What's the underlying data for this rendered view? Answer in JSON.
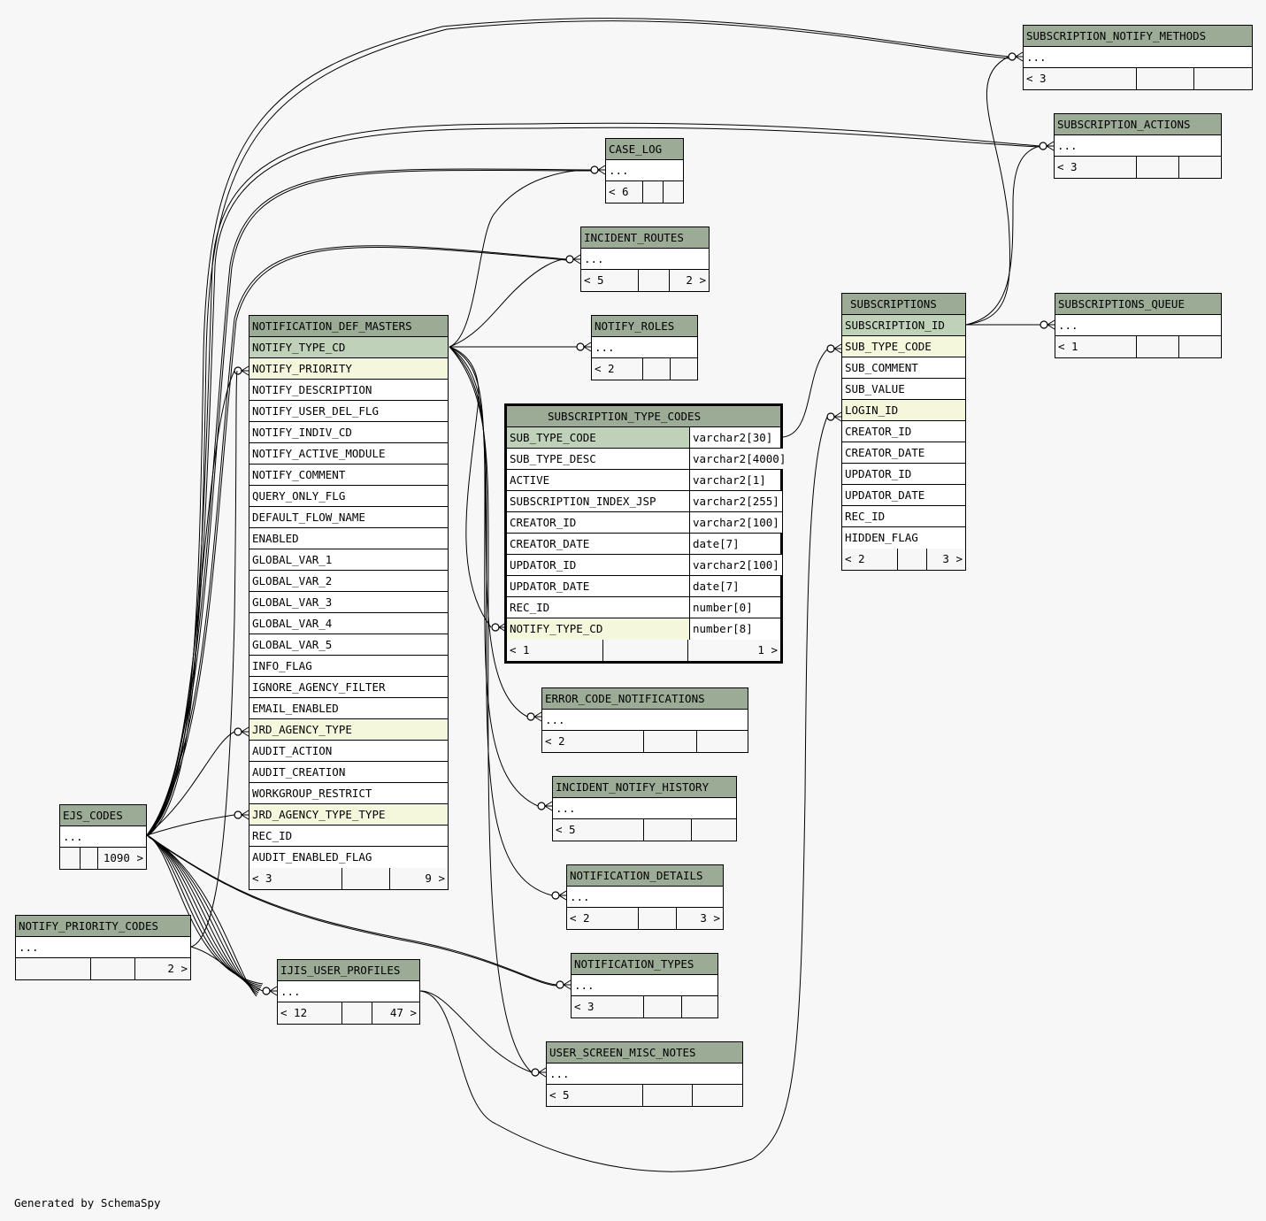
{
  "diagram": {
    "credit": "Generated by SchemaSpy",
    "colors": {
      "background": "#f7f7f7",
      "table_header": "#9cab96",
      "primary_key_row": "#bfd2b9",
      "foreign_key_row": "#f4f7dc",
      "plain_row": "#ffffff"
    },
    "focus_table": {
      "name": "SUBSCRIPTION_TYPE_CODES",
      "columns": [
        {
          "name": "SUB_TYPE_CODE",
          "type": "varchar2[30]",
          "key": "pk"
        },
        {
          "name": "SUB_TYPE_DESC",
          "type": "varchar2[4000]",
          "key": ""
        },
        {
          "name": "ACTIVE",
          "type": "varchar2[1]",
          "key": ""
        },
        {
          "name": "SUBSCRIPTION_INDEX_JSP",
          "type": "varchar2[255]",
          "key": ""
        },
        {
          "name": "CREATOR_ID",
          "type": "varchar2[100]",
          "key": ""
        },
        {
          "name": "CREATOR_DATE",
          "type": "date[7]",
          "key": ""
        },
        {
          "name": "UPDATOR_ID",
          "type": "varchar2[100]",
          "key": ""
        },
        {
          "name": "UPDATOR_DATE",
          "type": "date[7]",
          "key": ""
        },
        {
          "name": "REC_ID",
          "type": "number[0]",
          "key": ""
        },
        {
          "name": "NOTIFY_TYPE_CD",
          "type": "number[8]",
          "key": "fk"
        }
      ],
      "parents": "< 1",
      "rows": "",
      "children": "1 >"
    },
    "notification_def_masters": {
      "name": "NOTIFICATION_DEF_MASTERS",
      "columns": [
        {
          "name": "NOTIFY_TYPE_CD",
          "key": "pk"
        },
        {
          "name": "NOTIFY_PRIORITY",
          "key": "fk"
        },
        {
          "name": "NOTIFY_DESCRIPTION",
          "key": ""
        },
        {
          "name": "NOTIFY_USER_DEL_FLG",
          "key": ""
        },
        {
          "name": "NOTIFY_INDIV_CD",
          "key": ""
        },
        {
          "name": "NOTIFY_ACTIVE_MODULE",
          "key": ""
        },
        {
          "name": "NOTIFY_COMMENT",
          "key": ""
        },
        {
          "name": "QUERY_ONLY_FLG",
          "key": ""
        },
        {
          "name": "DEFAULT_FLOW_NAME",
          "key": ""
        },
        {
          "name": "ENABLED",
          "key": ""
        },
        {
          "name": "GLOBAL_VAR_1",
          "key": ""
        },
        {
          "name": "GLOBAL_VAR_2",
          "key": ""
        },
        {
          "name": "GLOBAL_VAR_3",
          "key": ""
        },
        {
          "name": "GLOBAL_VAR_4",
          "key": ""
        },
        {
          "name": "GLOBAL_VAR_5",
          "key": ""
        },
        {
          "name": "INFO_FLAG",
          "key": ""
        },
        {
          "name": "IGNORE_AGENCY_FILTER",
          "key": ""
        },
        {
          "name": "EMAIL_ENABLED",
          "key": ""
        },
        {
          "name": "JRD_AGENCY_TYPE",
          "key": "fk"
        },
        {
          "name": "AUDIT_ACTION",
          "key": ""
        },
        {
          "name": "AUDIT_CREATION",
          "key": ""
        },
        {
          "name": "WORKGROUP_RESTRICT",
          "key": ""
        },
        {
          "name": "JRD_AGENCY_TYPE_TYPE",
          "key": "fk"
        },
        {
          "name": "REC_ID",
          "key": ""
        },
        {
          "name": "AUDIT_ENABLED_FLAG",
          "key": ""
        }
      ],
      "parents": "< 3",
      "rows": "",
      "children": "9 >"
    },
    "subscriptions": {
      "name": "SUBSCRIPTIONS",
      "columns": [
        {
          "name": "SUBSCRIPTION_ID",
          "key": "pk"
        },
        {
          "name": "SUB_TYPE_CODE",
          "key": "fk"
        },
        {
          "name": "SUB_COMMENT",
          "key": ""
        },
        {
          "name": "SUB_VALUE",
          "key": ""
        },
        {
          "name": "LOGIN_ID",
          "key": "fk"
        },
        {
          "name": "CREATOR_ID",
          "key": ""
        },
        {
          "name": "CREATOR_DATE",
          "key": ""
        },
        {
          "name": "UPDATOR_ID",
          "key": ""
        },
        {
          "name": "UPDATOR_DATE",
          "key": ""
        },
        {
          "name": "REC_ID",
          "key": ""
        },
        {
          "name": "HIDDEN_FLAG",
          "key": ""
        }
      ],
      "parents": "< 2",
      "rows": "",
      "children": "3 >"
    },
    "collapsed_tables": [
      {
        "id": "subscription_notify_methods",
        "name": "SUBSCRIPTION_NOTIFY_METHODS",
        "ellipsis": "...",
        "parents": "< 3",
        "rows": "",
        "children": ""
      },
      {
        "id": "subscription_actions",
        "name": "SUBSCRIPTION_ACTIONS",
        "ellipsis": "...",
        "parents": "< 3",
        "rows": "",
        "children": ""
      },
      {
        "id": "case_log",
        "name": "CASE_LOG",
        "ellipsis": "...",
        "parents": "< 6",
        "rows": "",
        "children": ""
      },
      {
        "id": "incident_routes",
        "name": "INCIDENT_ROUTES",
        "ellipsis": "...",
        "parents": "< 5",
        "rows": "",
        "children": "2 >"
      },
      {
        "id": "notify_roles",
        "name": "NOTIFY_ROLES",
        "ellipsis": "...",
        "parents": "< 2",
        "rows": "",
        "children": ""
      },
      {
        "id": "subscriptions_queue",
        "name": "SUBSCRIPTIONS_QUEUE",
        "ellipsis": "...",
        "parents": "< 1",
        "rows": "",
        "children": ""
      },
      {
        "id": "error_code_notifications",
        "name": "ERROR_CODE_NOTIFICATIONS",
        "ellipsis": "...",
        "parents": "< 2",
        "rows": "",
        "children": ""
      },
      {
        "id": "incident_notify_history",
        "name": "INCIDENT_NOTIFY_HISTORY",
        "ellipsis": "...",
        "parents": "< 5",
        "rows": "",
        "children": ""
      },
      {
        "id": "notification_details",
        "name": "NOTIFICATION_DETAILS",
        "ellipsis": "...",
        "parents": "< 2",
        "rows": "",
        "children": "3 >"
      },
      {
        "id": "notification_types",
        "name": "NOTIFICATION_TYPES",
        "ellipsis": "...",
        "parents": "< 3",
        "rows": "",
        "children": ""
      },
      {
        "id": "user_screen_misc_notes",
        "name": "USER_SCREEN_MISC_NOTES",
        "ellipsis": "...",
        "parents": "< 5",
        "rows": "",
        "children": ""
      },
      {
        "id": "ejs_codes",
        "name": "EJS_CODES",
        "ellipsis": "...",
        "parents": "",
        "rows": "",
        "children": "1090 >"
      },
      {
        "id": "notify_priority_codes",
        "name": "NOTIFY_PRIORITY_CODES",
        "ellipsis": "...",
        "parents": "",
        "rows": "",
        "children": "2 >"
      },
      {
        "id": "ijis_user_profiles",
        "name": "IJIS_USER_PROFILES",
        "ellipsis": "...",
        "parents": "< 12",
        "rows": "",
        "children": "47 >"
      }
    ]
  }
}
